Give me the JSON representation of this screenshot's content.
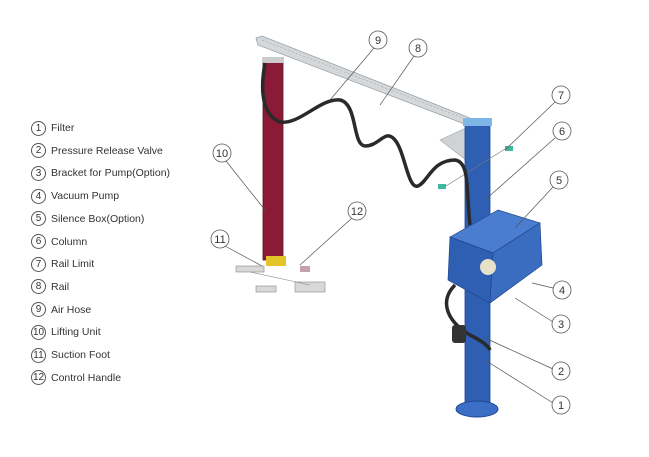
{
  "legend": [
    {
      "num": "1",
      "label": "Filter"
    },
    {
      "num": "2",
      "label": "Pressure Release Valve"
    },
    {
      "num": "3",
      "label": "Bracket for Pump(Option)"
    },
    {
      "num": "4",
      "label": "Vacuum Pump"
    },
    {
      "num": "5",
      "label": "Silence Box(Option)"
    },
    {
      "num": "6",
      "label": "Column"
    },
    {
      "num": "7",
      "label": "Rail Limit"
    },
    {
      "num": "8",
      "label": "Rail"
    },
    {
      "num": "9",
      "label": "Air Hose"
    },
    {
      "num": "10",
      "label": "Lifting Unit"
    },
    {
      "num": "11",
      "label": "Suction Foot"
    },
    {
      "num": "12",
      "label": "Control Handle"
    }
  ],
  "colors": {
    "column": "#2f5fb3",
    "lifting_unit": "#8a1a35",
    "rail": "#cfd3d6",
    "hose": "#2a2a2a",
    "box": "#3a6cc0"
  }
}
